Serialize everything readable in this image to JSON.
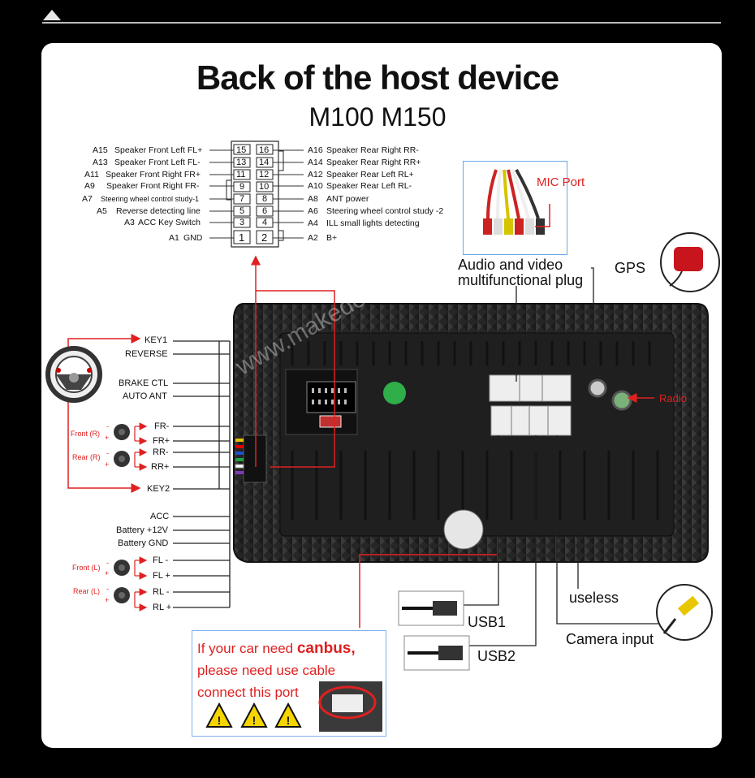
{
  "header": {
    "title": "Back of the host device",
    "subtitle": "M100  M150"
  },
  "connector": {
    "left_labels": [
      {
        "code": "A15",
        "text": "Speaker Front Left FL+"
      },
      {
        "code": "A13",
        "text": "Speaker Front Left FL-"
      },
      {
        "code": "A11",
        "text": "Speaker Front Right FR+"
      },
      {
        "code": "A9",
        "text": "Speaker Front Right FR-"
      },
      {
        "code": "A7",
        "text": "Steering wheel control study-1"
      },
      {
        "code": "A5",
        "text": "Reverse detecting line"
      },
      {
        "code": "A3",
        "text": "ACC Key Switch"
      },
      {
        "code": "A1",
        "text": "GND"
      }
    ],
    "right_labels": [
      {
        "code": "A16",
        "text": "Speaker Rear Right RR-"
      },
      {
        "code": "A14",
        "text": "Speaker Rear Right RR+"
      },
      {
        "code": "A12",
        "text": "Speaker Rear Left RL+"
      },
      {
        "code": "A10",
        "text": "Speaker Rear Left RL-"
      },
      {
        "code": "A8",
        "text": "ANT power"
      },
      {
        "code": "A6",
        "text": "Steering wheel control study -2"
      },
      {
        "code": "A4",
        "text": "ILL small lights detecting"
      },
      {
        "code": "A2",
        "text": "B+"
      }
    ],
    "pins_left": [
      "15",
      "13",
      "11",
      "9",
      "7",
      "5",
      "3",
      "1"
    ],
    "pins_right": [
      "16",
      "14",
      "12",
      "10",
      "8",
      "6",
      "4",
      "2"
    ]
  },
  "wires": {
    "key1": "KEY1",
    "reverse": "REVERSE",
    "brake": "BRAKE CTL",
    "auto_ant": "AUTO ANT",
    "fr_minus": "FR-",
    "fr_plus": "FR+",
    "rr_minus": "RR-",
    "rr_plus": "RR+",
    "key2": "KEY2",
    "acc": "ACC",
    "battery": "Battery +12V",
    "battery_gnd": "Battery GND",
    "fl_minus": "FL -",
    "fl_plus": "FL +",
    "rl_minus": "RL -",
    "rl_plus": "RL +"
  },
  "speakers": {
    "front_r": "Front (R)",
    "rear_r": "Rear (R)",
    "front_l": "Front (L)",
    "rear_l": "Rear (L)",
    "minus": "-",
    "plus": "+"
  },
  "ports": {
    "mic": "MIC Port",
    "av_line1": "Audio and video",
    "av_line2": "multifunctional plug",
    "gps": "GPS",
    "radio": "Radio",
    "useless": "useless",
    "usb1": "USB1",
    "usb2": "USB2",
    "camera": "Camera input"
  },
  "canbus": {
    "line1_pre": "If your car need ",
    "line1_bold": "canbus,",
    "line2": "please need use cable",
    "line3": "connect this port"
  },
  "watermark": "www.makede.com",
  "colors": {
    "accent_red": "#e02020",
    "box_border": "#7fb0ea",
    "device": "#2a2a2a"
  }
}
